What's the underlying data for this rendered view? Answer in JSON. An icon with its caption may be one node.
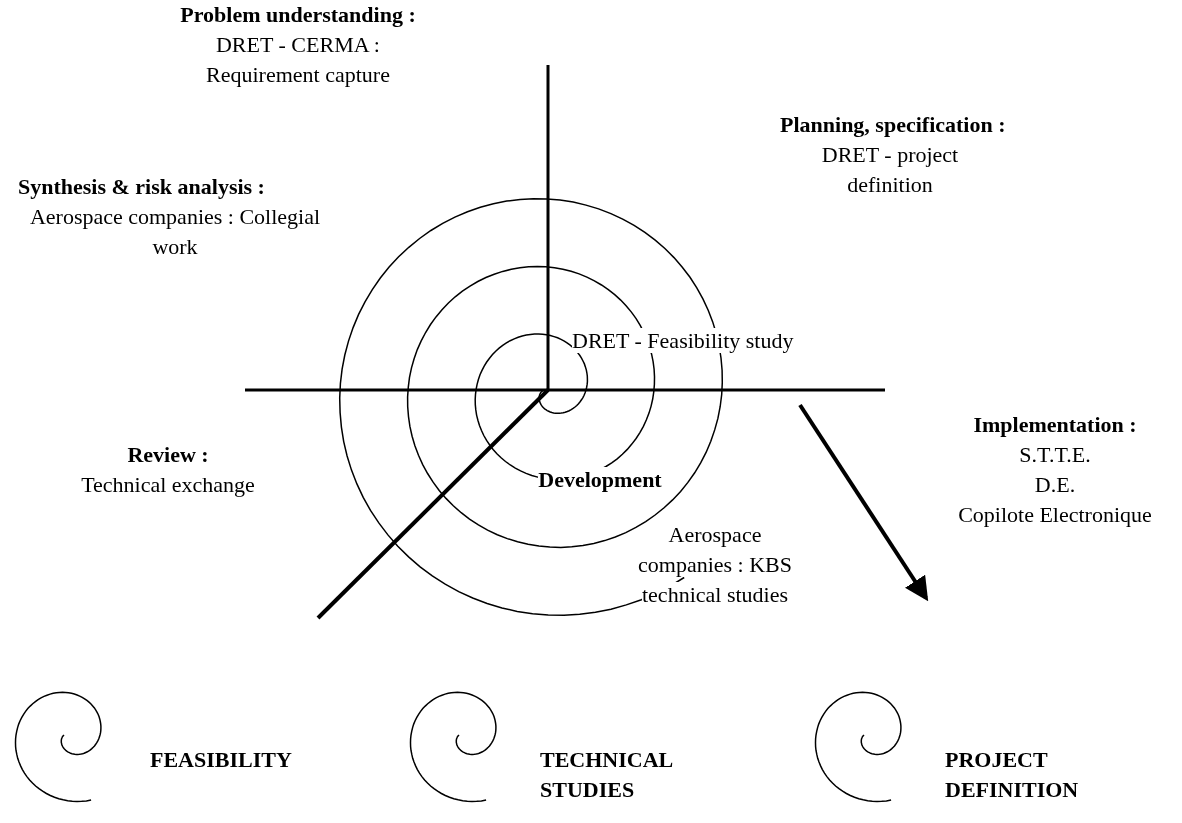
{
  "diagram": {
    "labels": [
      "Problem understanding :",
      "DRET - CERMA : Requirement capture",
      "Planning, specification :",
      "DRET - project definition",
      "Synthesis & risk analysis :",
      "Aerospace companies : Collegial work",
      "DRET - Feasibility study",
      "Implementation :",
      "S.T.T.E.",
      "D.E.",
      "Copilote Electronique",
      "Review :",
      "Technical exchange",
      "Development",
      "Aerospace companies : KBS technical studies",
      "FEASIBILITY",
      "TECHNICAL STUDIES",
      "PROJECT DEFINITION"
    ]
  }
}
